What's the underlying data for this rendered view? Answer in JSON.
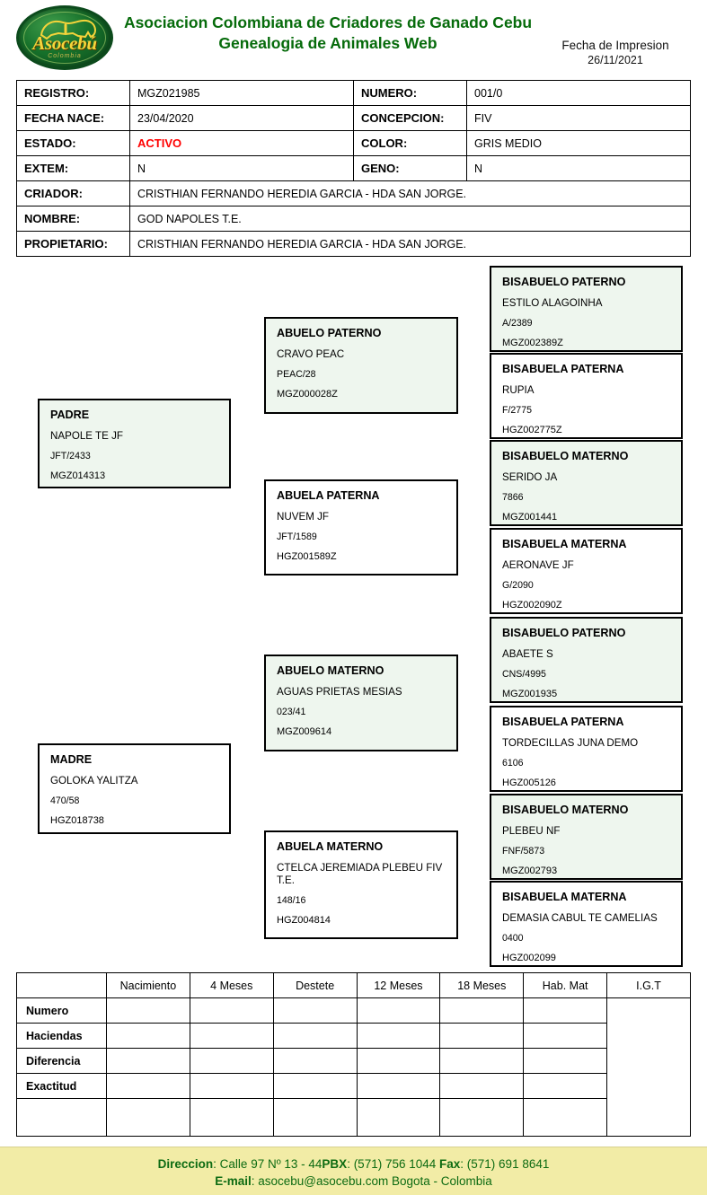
{
  "header": {
    "logo_word": "Asocebú",
    "logo_sub": "Colombia",
    "title_line1": "Asociacion Colombiana de Criadores de Ganado Cebu",
    "title_line2": "Genealogia de Animales Web",
    "print_label": "Fecha de Impresion",
    "print_date": "26/11/2021",
    "brand_green": "#066b0b",
    "logo_gold": "#f5d43a"
  },
  "info": {
    "registro_label": "REGISTRO:",
    "registro_value": "MGZ021985",
    "numero_label": "NUMERO:",
    "numero_value": "001/0",
    "fecha_nace_label": "FECHA NACE:",
    "fecha_nace_value": "23/04/2020",
    "concepcion_label": "CONCEPCION:",
    "concepcion_value": "FIV",
    "estado_label": "ESTADO:",
    "estado_value": "ACTIVO",
    "estado_color": "#ff0000",
    "color_label": "COLOR:",
    "color_value": "GRIS MEDIO",
    "extem_label": "EXTEM:",
    "extem_value": "N",
    "geno_label": "GENO:",
    "geno_value": "N",
    "criador_label": "CRIADOR:",
    "criador_value": "CRISTHIAN FERNANDO HEREDIA GARCIA - HDA SAN JORGE.",
    "nombre_label": "NOMBRE:",
    "nombre_value": "GOD NAPOLES T.E.",
    "propietario_label": "PROPIETARIO:",
    "propietario_value": "CRISTHIAN FERNANDO HEREDIA GARCIA - HDA SAN JORGE."
  },
  "pedigree": {
    "padre": {
      "title": "PADRE",
      "name": "NAPOLE TE JF",
      "reg": "JFT/2433",
      "id": "MGZ014313"
    },
    "madre": {
      "title": "MADRE",
      "name": "GOLOKA YALITZA",
      "reg": "470/58",
      "id": "HGZ018738"
    },
    "abuelo_paterno": {
      "title": "ABUELO PATERNO",
      "name": "CRAVO PEAC",
      "reg": "PEAC/28",
      "id": "MGZ000028Z"
    },
    "abuela_paterna": {
      "title": "ABUELA PATERNA",
      "name": "NUVEM JF",
      "reg": "JFT/1589",
      "id": "HGZ001589Z"
    },
    "abuelo_materno": {
      "title": "ABUELO MATERNO",
      "name": "AGUAS PRIETAS MESIAS",
      "reg": "023/41",
      "id": "MGZ009614"
    },
    "abuela_materno": {
      "title": "ABUELA MATERNO",
      "name": "CTELCA JEREMIADA PLEBEU FIV T.E.",
      "reg": "148/16",
      "id": "HGZ004814"
    },
    "bisabuelo_paterno_1": {
      "title": "BISABUELO PATERNO",
      "name": "ESTILO ALAGOINHA",
      "reg": "A/2389",
      "id": "MGZ002389Z"
    },
    "bisabuela_paterna_1": {
      "title": "BISABUELA PATERNA",
      "name": "RUPIA",
      "reg": "F/2775",
      "id": "HGZ002775Z"
    },
    "bisabuelo_materno_1": {
      "title": "BISABUELO MATERNO",
      "name": "SERIDO JA",
      "reg": "7866",
      "id": "MGZ001441"
    },
    "bisabuela_materna_1": {
      "title": "BISABUELA MATERNA",
      "name": "AERONAVE JF",
      "reg": "G/2090",
      "id": "HGZ002090Z"
    },
    "bisabuelo_paterno_2": {
      "title": "BISABUELO PATERNO",
      "name": "ABAETE S",
      "reg": "CNS/4995",
      "id": "MGZ001935"
    },
    "bisabuela_paterna_2": {
      "title": "BISABUELA PATERNA",
      "name": "TORDECILLAS JUNA DEMO",
      "reg": "6106",
      "id": "HGZ005126"
    },
    "bisabuelo_materno_2": {
      "title": "BISABUELO MATERNO",
      "name": "PLEBEU NF",
      "reg": "FNF/5873",
      "id": "MGZ002793"
    },
    "bisabuela_materna_2": {
      "title": "BISABUELA MATERNA",
      "name": "DEMASIA CABUL TE CAMELIAS",
      "reg": "0400",
      "id": "HGZ002099"
    }
  },
  "measurements": {
    "columns": [
      "",
      "Nacimiento",
      "4 Meses",
      "Destete",
      "12 Meses",
      "18 Meses",
      "Hab. Mat",
      "I.G.T"
    ],
    "rows": [
      {
        "label": "Numero",
        "values": [
          "",
          "",
          "",
          "",
          "",
          ""
        ]
      },
      {
        "label": "Haciendas",
        "values": [
          "",
          "",
          "",
          "",
          "",
          ""
        ]
      },
      {
        "label": "Diferencia",
        "values": [
          "",
          "",
          "",
          "",
          "",
          ""
        ]
      },
      {
        "label": "Exactitud",
        "values": [
          "",
          "",
          "",
          "",
          "",
          ""
        ]
      },
      {
        "label": "",
        "values": [
          "",
          "",
          "",
          "",
          "",
          ""
        ]
      }
    ],
    "igt_value": ""
  },
  "footer": {
    "line1_label": "Direccion",
    "line1_text": ": Calle 97 Nº  13 - 44",
    "line1_pbx_label": "PBX",
    "line1_pbx": ": (571) 756 1044 ",
    "line1_fax_label": "Fax",
    "line1_fax": ": (571) 691 8641",
    "line2_label": "E-mail",
    "line2_text": ": asocebu@asocebu.com Bogota - Colombia",
    "color": "#0d6b12",
    "background": "#f2eca6"
  }
}
